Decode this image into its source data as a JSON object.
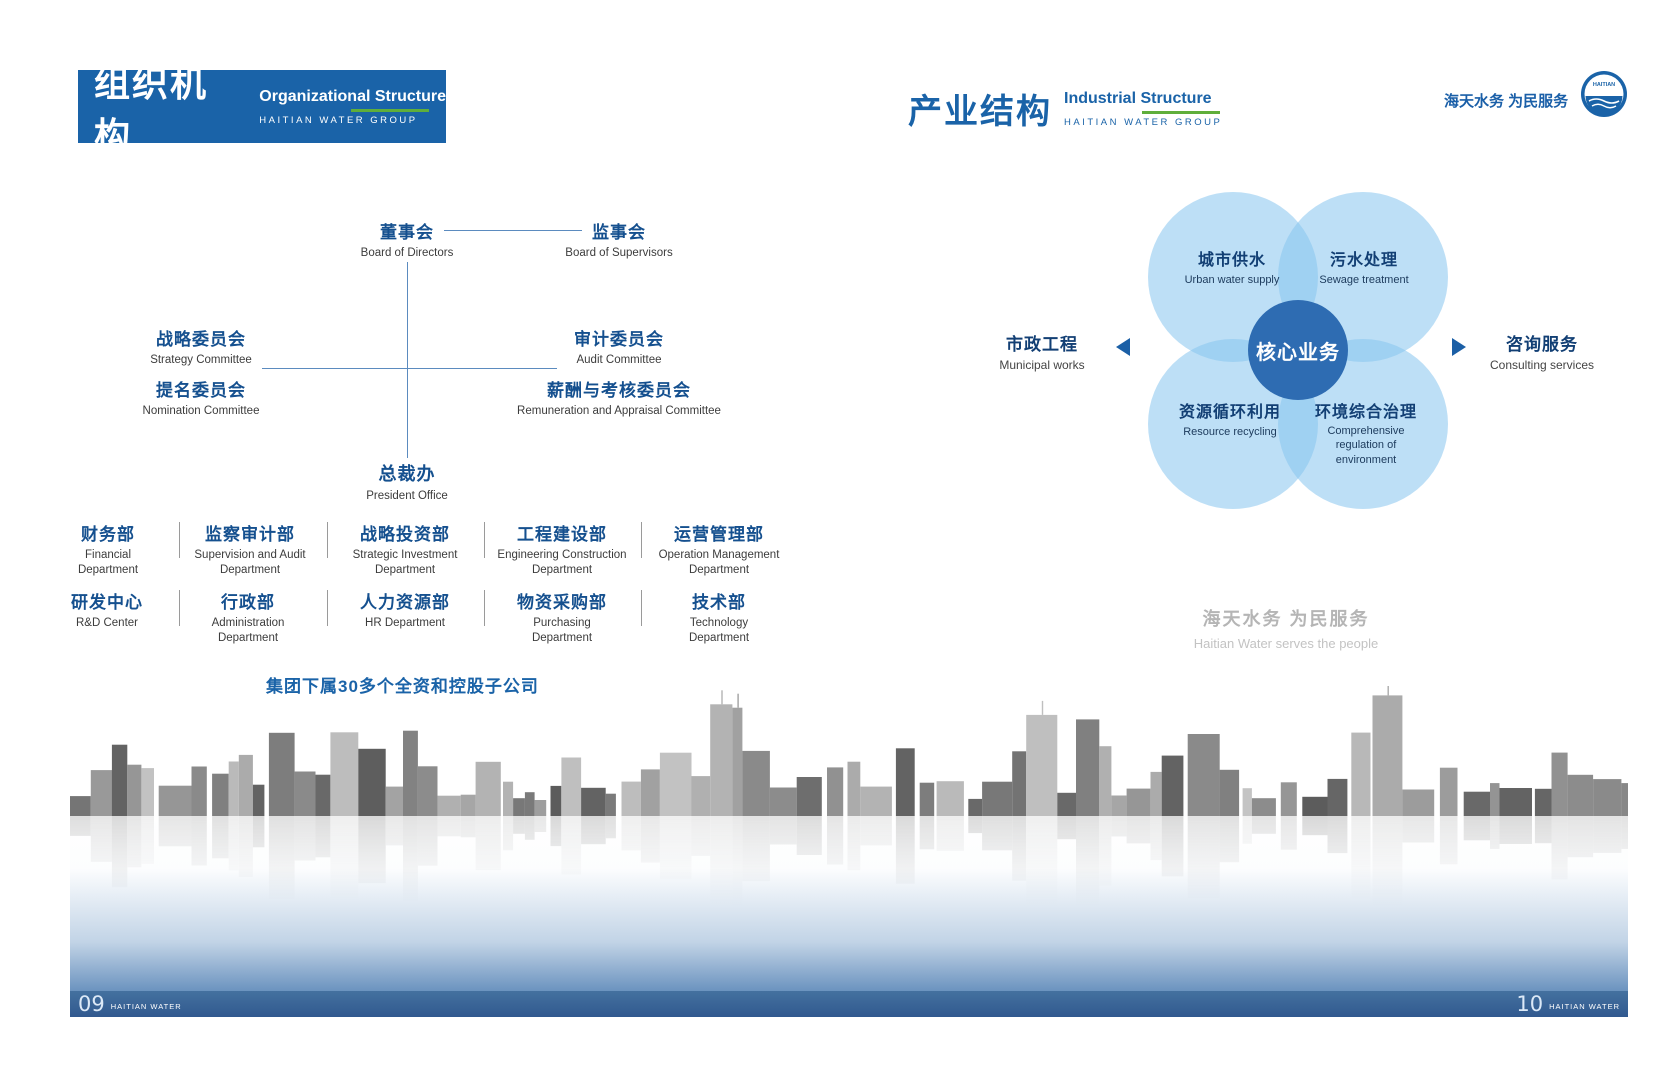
{
  "colors": {
    "primary_blue": "#1a63a8",
    "accent_green": "#5fae3b",
    "venn_light_blue": "#a9d4f0",
    "core_circle_blue": "#2e6cb2",
    "watermark_gray": "#b5b5b5"
  },
  "left_page": {
    "header": {
      "title_cn": "组织机构",
      "title_en": "Organizational Structure",
      "group": "HAITIAN WATER GROUP"
    },
    "org": {
      "board": {
        "cn": "董事会",
        "en": "Board of Directors"
      },
      "supervisors": {
        "cn": "监事会",
        "en": "Board of Supervisors"
      },
      "strategy": {
        "cn": "战略委员会",
        "en": "Strategy Committee"
      },
      "nomination": {
        "cn": "提名委员会",
        "en": "Nomination Committee"
      },
      "audit": {
        "cn": "审计委员会",
        "en": "Audit Committee"
      },
      "remuneration": {
        "cn": "薪酬与考核委员会",
        "en": "Remuneration and Appraisal Committee"
      },
      "president": {
        "cn": "总裁办",
        "en": "President Office"
      },
      "row1": [
        {
          "cn": "财务部",
          "en": "Financial Department"
        },
        {
          "cn": "监察审计部",
          "en": "Supervision and Audit Department"
        },
        {
          "cn": "战略投资部",
          "en": "Strategic Investment Department"
        },
        {
          "cn": "工程建设部",
          "en": "Engineering Construction Department"
        },
        {
          "cn": "运营管理部",
          "en": "Operation Management Department"
        }
      ],
      "row2": [
        {
          "cn": "研发中心",
          "en": "R&D Center"
        },
        {
          "cn": "行政部",
          "en": "Administration Department"
        },
        {
          "cn": "人力资源部",
          "en": "HR Department"
        },
        {
          "cn": "物资采购部",
          "en": "Purchasing Department"
        },
        {
          "cn": "技术部",
          "en": "Technology Department"
        }
      ],
      "footnote": "集团下属30多个全资和控股子公司"
    },
    "page_number": "09",
    "brand": "HAITIAN WATER"
  },
  "right_page": {
    "header": {
      "title_cn": "产业结构",
      "title_en": "Industrial Structure",
      "group": "HAITIAN WATER GROUP"
    },
    "slogan": "海天水务  为民服务",
    "logo_text": "HAITIAN",
    "venn": {
      "core": "核心业务",
      "top_left": {
        "cn": "城市供水",
        "en": "Urban water supply"
      },
      "top_right": {
        "cn": "污水处理",
        "en": "Sewage treatment"
      },
      "bottom_left": {
        "cn": "资源循环利用",
        "en": "Resource recycling"
      },
      "bottom_right": {
        "cn": "环境综合治理",
        "en": "Comprehensive regulation of environment"
      },
      "left": {
        "cn": "市政工程",
        "en": "Municipal works"
      },
      "right": {
        "cn": "咨询服务",
        "en": "Consulting services"
      }
    },
    "watermark": {
      "cn": "海天水务  为民服务",
      "en": "Haitian Water serves the people"
    },
    "page_number": "10",
    "brand": "HAITIAN WATER"
  }
}
